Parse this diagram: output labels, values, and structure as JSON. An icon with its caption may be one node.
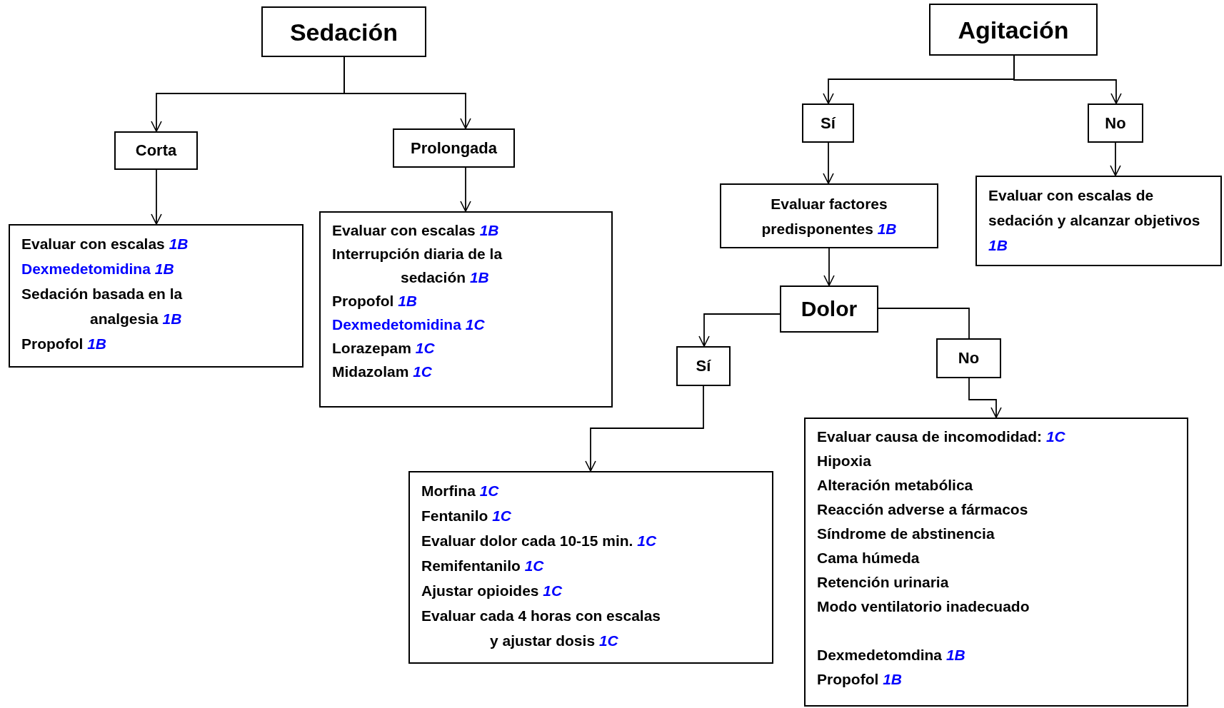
{
  "diagram": {
    "nodes": [
      {
        "text": [
          "Sedación"
        ]
      },
      {
        "text": [
          "Corta"
        ]
      },
      {
        "text": [
          "Prolongada"
        ]
      },
      {
        "text": [
          "Evaluar con escalas *1B*",
          "Dexmedetomidina *1B*",
          "Sedación basada en la analgesia *1B*",
          "Propofol *1B*"
        ]
      },
      {
        "text": [
          "Evaluar con escalas *1B*",
          "Interrupción diaria de la sedación *1B*",
          "Propofol *1B*",
          "Dexmedetomidina *1C*",
          "Lorazepam *1C*",
          "Midazolam *1C*"
        ]
      },
      {
        "text": [
          "Agitación"
        ]
      },
      {
        "text": [
          "Sí"
        ]
      },
      {
        "text": [
          "No"
        ]
      },
      {
        "text": [
          "Evaluar factores predisponentes *1B*"
        ]
      },
      {
        "text": [
          "Evaluar con escalas de sedación y alcanzar objetivos *1B*"
        ]
      },
      {
        "text": [
          "Dolor"
        ]
      },
      {
        "text": [
          "Sí"
        ]
      },
      {
        "text": [
          "No"
        ]
      },
      {
        "text": [
          "Morfina *1C*",
          "Fentanilo *1C*",
          "Evaluar dolor cada 10-15 min. *1C*",
          "Remifentanilo *1C*",
          "Ajustar opioides *1C*",
          "Evaluar cada 4 horas con escalas y ajustar dosis *1C*"
        ]
      },
      {
        "text": [
          "Evaluar causa de incomodidad: *1C*",
          "Hipoxia",
          "Alteración metabólica",
          "Reacción adverse a fármacos",
          "Síndrome de abstinencia",
          "Cama húmeda",
          "Retención urinaria",
          "Modo ventilatorio inadecuado",
          "Dexmedetomdina *1B*",
          "Propofol *1B*"
        ]
      }
    ],
    "edges": [
      {
        "from": 0,
        "to": 1,
        "arrow": "to"
      },
      {
        "from": 0,
        "to": 2,
        "arrow": "to"
      },
      {
        "from": 1,
        "to": 3,
        "arrow": "to"
      },
      {
        "from": 2,
        "to": 4,
        "arrow": "to"
      },
      {
        "from": 5,
        "to": 6,
        "arrow": "to"
      },
      {
        "from": 5,
        "to": 7,
        "arrow": "to"
      },
      {
        "from": 6,
        "to": 8,
        "arrow": "to"
      },
      {
        "from": 7,
        "to": 9,
        "arrow": "to"
      },
      {
        "from": 8,
        "to": 10,
        "arrow": "to"
      },
      {
        "from": 10,
        "to": 11,
        "arrow": "to"
      },
      {
        "from": 10,
        "to": 12,
        "arrow": "none"
      },
      {
        "from": 11,
        "to": 13,
        "arrow": "to"
      },
      {
        "from": 12,
        "to": 14,
        "arrow": "to"
      }
    ]
  }
}
